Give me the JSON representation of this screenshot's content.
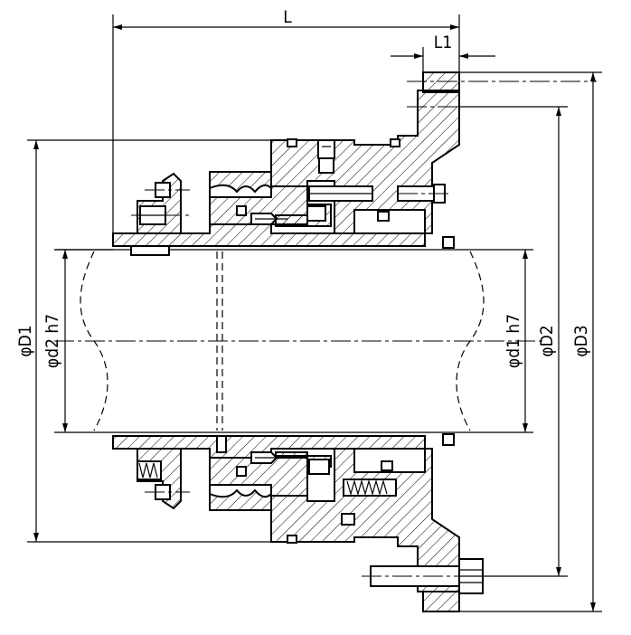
{
  "labels": {
    "L": "L",
    "L1": "L1",
    "D1": "φD1",
    "d2": "φd2 h7",
    "d1": "φd1 h7",
    "D2": "φD2",
    "D3": "φD3"
  }
}
